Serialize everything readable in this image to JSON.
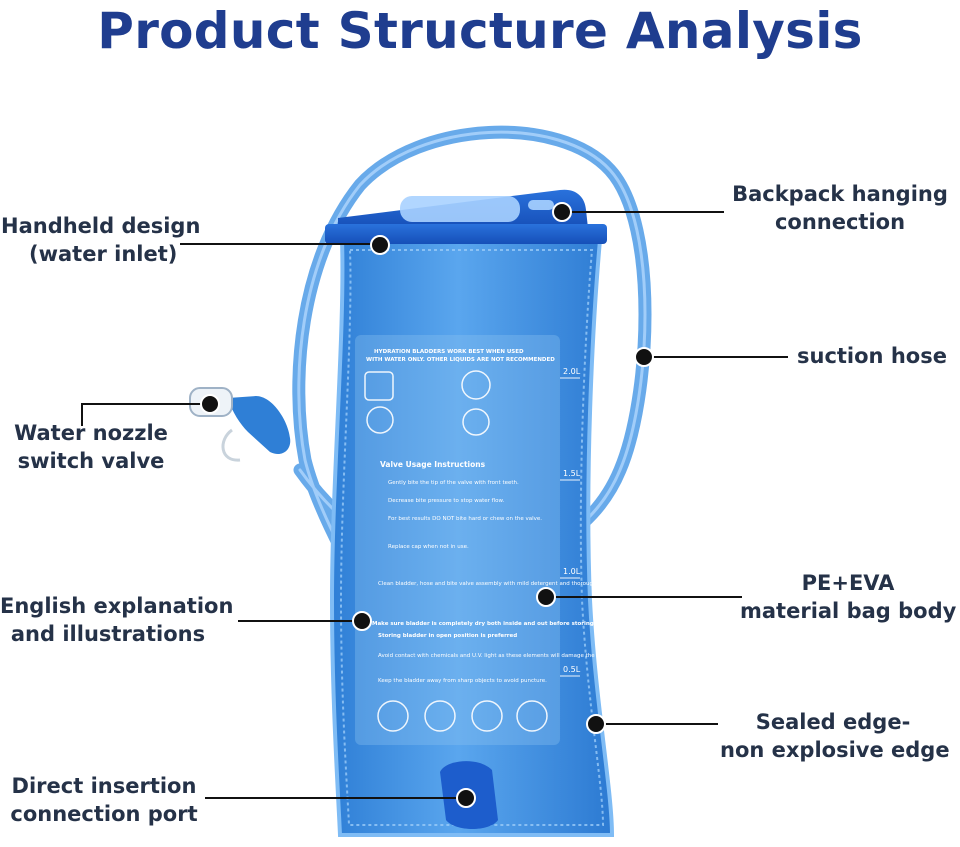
{
  "title": "Product Structure Analysis",
  "bladder_text": {
    "warning_line1": "HYDRATION BLADDERS WORK BEST WHEN USED",
    "warning_line2": "WITH WATER ONLY. OTHER LIQUIDS ARE NOT RECOMMENDED",
    "usage_title": "Valve Usage Instructions",
    "usage_1": "Gently bite the tip of the valve with front teeth.",
    "usage_2": "Decrease bite pressure to stop water flow.",
    "usage_3": "For best results DO NOT bite hard or chew on the valve.",
    "usage_4": "Replace cap when not in use.",
    "care_1": "Clean bladder, hose and bite valve assembly with mild detergent and thoroughly rinse with water.",
    "care_2": "Make sure bladder is completely dry both inside and out before storing.",
    "care_3": "Storing bladder in open position is preferred",
    "care_4": "Avoid contact with chemicals and U.V. light as these elements will damage the bladder",
    "care_5": "Keep the bladder away from sharp objects to avoid puncture.",
    "vol_20": "2.0L",
    "vol_15": "1.5L",
    "vol_10": "1.0L",
    "vol_05": "0.5L"
  },
  "labels": {
    "handheld": [
      "Handheld design",
      "(water inlet)"
    ],
    "backpack": [
      "Backpack hanging",
      "connection"
    ],
    "suction": [
      "suction hose"
    ],
    "nozzle": [
      "Water nozzle",
      "switch valve"
    ],
    "english": [
      "English explanation",
      "and illustrations"
    ],
    "material": [
      "PE+EVA",
      "material bag body"
    ],
    "sealed": [
      "Sealed edge-",
      "non explosive edge"
    ],
    "port": [
      "Direct insertion",
      "connection port"
    ]
  },
  "colors": {
    "title": "#1f3d8f",
    "label_text": "#253248",
    "bladder": "#3d8fe0",
    "hose": "#4d9be6",
    "clip": "#1d5dcc",
    "leader": "#111111"
  }
}
